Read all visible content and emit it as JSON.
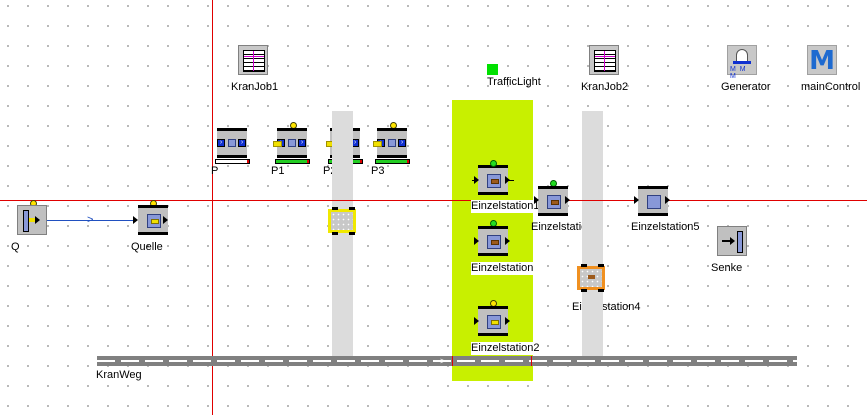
{
  "frame": {
    "objects": {
      "kranjob1": {
        "label": "KranJob1",
        "type": "table"
      },
      "kranjob2": {
        "label": "KranJob2",
        "type": "table"
      },
      "trafficlight": {
        "label": "TrafficLight",
        "type": "variable",
        "state_color": "#00e000"
      },
      "generator": {
        "label": "Generator",
        "type": "generator",
        "icon_text": "M M M"
      },
      "maincontrol": {
        "label": "mainControl",
        "type": "method",
        "icon_text": "M"
      },
      "p": {
        "label": "P",
        "type": "parallel-proc",
        "status": "empty"
      },
      "p1": {
        "label": "P1",
        "type": "parallel-proc",
        "status": "occupied"
      },
      "p2": {
        "label": "P2",
        "type": "parallel-proc",
        "status": "occupied"
      },
      "p3": {
        "label": "P3",
        "type": "parallel-proc",
        "status": "occupied"
      },
      "q": {
        "label": "Q",
        "type": "source"
      },
      "quelle": {
        "label": "Quelle",
        "type": "single-proc"
      },
      "einzelstation": {
        "label": "Einzelstation",
        "type": "single-proc",
        "status": "occupied"
      },
      "einzelstation1": {
        "label": "Einzelstation1",
        "type": "single-proc",
        "status": "occupied"
      },
      "einzelstation2": {
        "label": "Einzelstation2",
        "type": "single-proc",
        "status": "occupied"
      },
      "einzelstation3": {
        "label": "Einzelstation3",
        "type": "single-proc",
        "status": "occupied"
      },
      "einzelstation4": {
        "label": "Einzelstation4",
        "type": "single-proc",
        "status": "blocked"
      },
      "einzelstation5": {
        "label": "Einzelstation5",
        "type": "single-proc",
        "status": "empty"
      },
      "senke": {
        "label": "Senke",
        "type": "drain"
      },
      "kranweg": {
        "label": "KranWeg",
        "type": "track"
      }
    },
    "colors": {
      "zone": "#c8f000",
      "guide_line": "#e00000",
      "track": "#808080",
      "crane_rail": "#dcdcdc",
      "status_occupied": "#22dd22",
      "status_waiting": "#ffe400"
    }
  }
}
